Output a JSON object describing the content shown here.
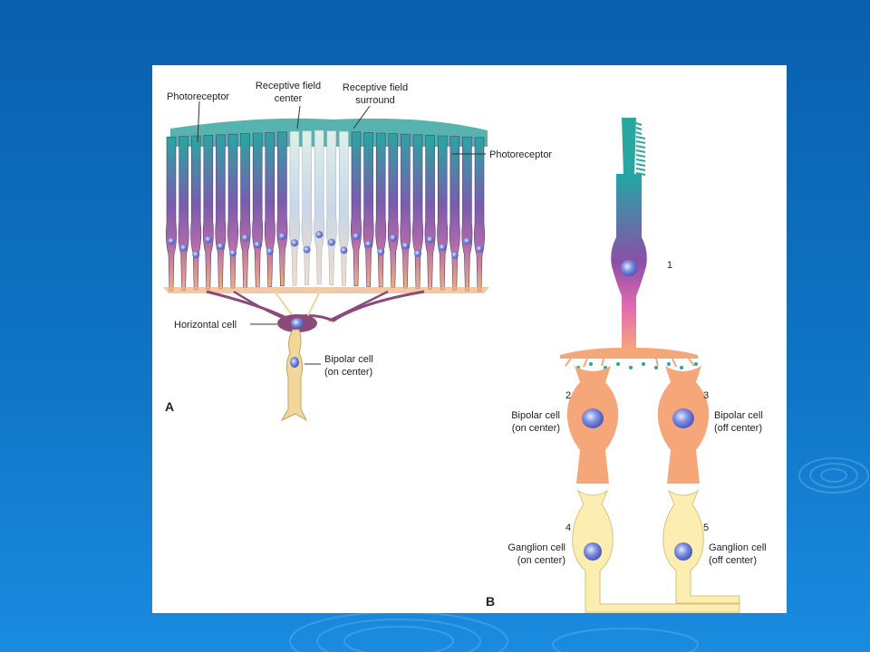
{
  "panel_a": {
    "letter": "A",
    "photoreceptor_top": "Photoreceptor",
    "rf_center_line1": "Receptive field",
    "rf_center_line2": "center",
    "rf_surround_line1": "Receptive field",
    "rf_surround_line2": "surround",
    "photoreceptor_right": "Photoreceptor",
    "horizontal_cell": "Horizontal cell",
    "bipolar_line1": "Bipolar cell",
    "bipolar_line2": "(on center)"
  },
  "panel_b": {
    "letter": "B",
    "num_1": "1",
    "num_2": "2",
    "num_3": "3",
    "num_4": "4",
    "num_5": "5",
    "bipolar_on_line1": "Bipolar cell",
    "bipolar_on_line2": "(on center)",
    "bipolar_off_line1": "Bipolar cell",
    "bipolar_off_line2": "(off center)",
    "ganglion_on_line1": "Ganglion cell",
    "ganglion_on_line2": "(on center)",
    "ganglion_off_line1": "Ganglion cell",
    "ganglion_off_line2": "(off center)"
  },
  "colors": {
    "background": "#0f74c4",
    "rod_top": "#2aa6a0",
    "rod_mid": "#8a4fa8",
    "rod_base": "#f2b07a",
    "bipolar": "#f5a77a",
    "ganglion": "#fbeeb0",
    "nucleus": "#6f7fd6"
  }
}
